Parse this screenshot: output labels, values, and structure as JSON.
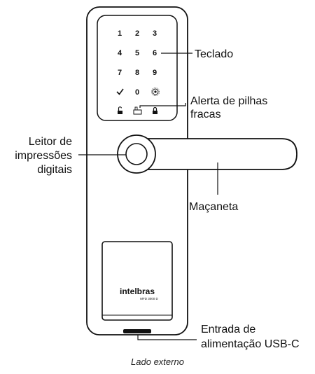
{
  "keypad": {
    "rows": [
      [
        "1",
        "2",
        "3"
      ],
      [
        "4",
        "5",
        "6"
      ],
      [
        "7",
        "8",
        "9"
      ]
    ],
    "bottom_row_center": "0",
    "confirm_icon": "checkmark-icon",
    "status_icons": [
      "unlock-icon",
      "battery-icon",
      "lock-icon"
    ],
    "doorbell_icon": "doorbell-icon"
  },
  "labels": {
    "keypad": "Teclado",
    "battery_alert_line1": "Alerta de pilhas",
    "battery_alert_line2": "fracas",
    "reader_line1": "Leitor de",
    "reader_line2": "impressões",
    "reader_line3": "digitais",
    "handle": "Maçaneta",
    "usb_line1": "Entrada de",
    "usb_line2": "alimentação USB-C"
  },
  "brand": {
    "name": "intelbras",
    "model": "MFD 3000 D"
  },
  "caption": "Lado externo",
  "colors": {
    "outline": "#111111",
    "background": "#ffffff"
  }
}
